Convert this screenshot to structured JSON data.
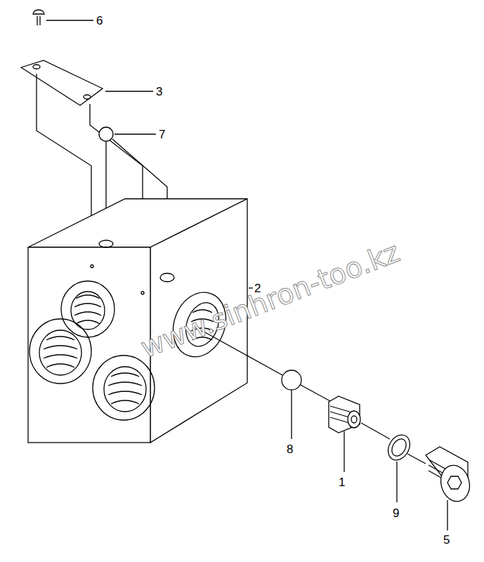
{
  "diagram": {
    "labels": [
      "6",
      "3",
      "7",
      "2",
      "8",
      "1",
      "9",
      "5",
      "www.sinhron-too.kz"
    ]
  }
}
